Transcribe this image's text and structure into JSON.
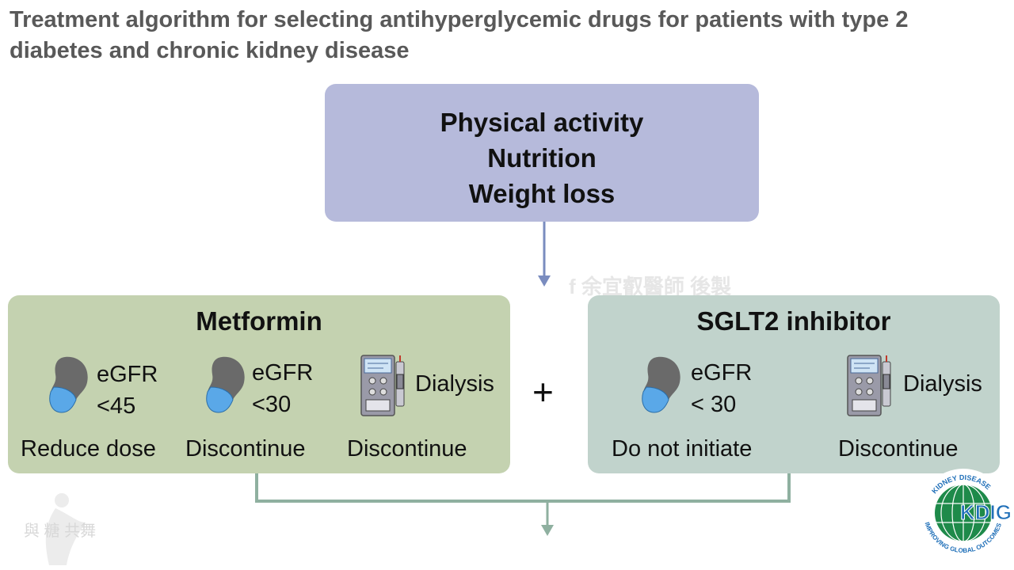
{
  "title_lines": [
    "Treatment algorithm for selecting antihyperglycemic drugs for patients with type 2",
    "diabetes and chronic kidney disease"
  ],
  "lifestyle": {
    "lines": [
      "Physical activity",
      "Nutrition",
      "Weight loss"
    ]
  },
  "metformin": {
    "title": "Metformin",
    "items": [
      {
        "egfr_line1": "eGFR",
        "egfr_line2": "<45",
        "action": "Reduce dose",
        "icon": "kidney-icon"
      },
      {
        "egfr_line1": "eGFR",
        "egfr_line2": "<30",
        "action": "Discontinue",
        "icon": "kidney-icon"
      },
      {
        "label": "Dialysis",
        "action": "Discontinue",
        "icon": "dialysis-machine-icon"
      }
    ]
  },
  "plus": "+",
  "sglt2": {
    "title": "SGLT2 inhibitor",
    "items": [
      {
        "egfr_line1": "eGFR",
        "egfr_line2": "< 30",
        "action": "Do not initiate",
        "icon": "kidney-icon"
      },
      {
        "label": "Dialysis",
        "action": "Discontinue",
        "icon": "dialysis-machine-icon"
      }
    ]
  },
  "watermark_text": "f 余宜叡醫師 後製",
  "watermark_corner": "與 糖 共舞",
  "logo": {
    "ring_top": "KIDNEY DISEASE",
    "ring_bottom": "IMPROVING GLOBAL OUTCOMES",
    "brand": "KDIGO"
  },
  "colors": {
    "lifestyle_box": "#b6badb",
    "metformin_box": "#c4d2b0",
    "sglt2_box": "#c1d3cc",
    "arrow_blue": "#7a8cbf",
    "arrow_green": "#8fb0a0",
    "logo_green": "#1e8a4a",
    "logo_blue": "#1f6fb8"
  }
}
